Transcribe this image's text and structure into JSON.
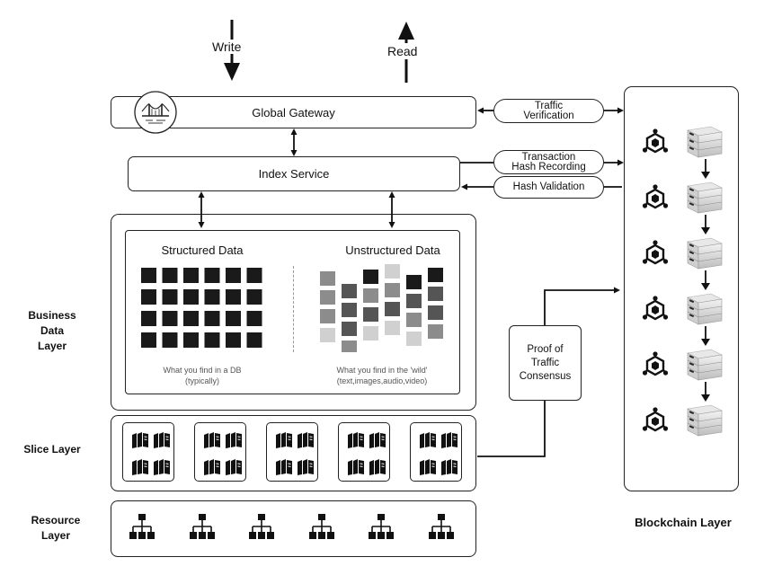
{
  "top": {
    "write_label": "Write",
    "read_label": "Read"
  },
  "gateway": {
    "label": "Global Gateway",
    "icon": "bridge-icon"
  },
  "index_service": {
    "label": "Index Service"
  },
  "business_layer": {
    "label_line1": "Business Data",
    "label_line2": "Layer",
    "structured": {
      "title": "Structured Data",
      "caption_line1": "What you find in a DB",
      "caption_line2": "(typically)"
    },
    "unstructured": {
      "title": "Unstructured Data",
      "caption_line1": "What you find in the 'wild'",
      "caption_line2": "(text,images,audio,video)"
    }
  },
  "slice_layer": {
    "label": "Slice Layer",
    "icon": "file-stack-icon",
    "box_count": 5
  },
  "resource_layer": {
    "label_line1": "Resource",
    "label_line2": "Layer",
    "icon": "hierarchy-icon",
    "icon_count": 6
  },
  "blockchain_layer": {
    "label": "Blockchain Layer",
    "node_icon": "cube-network-icon",
    "block_icon": "server-block-icon",
    "node_count": 6
  },
  "links": {
    "traffic_verification_line1": "Traffic",
    "traffic_verification_line2": "Verification",
    "transaction_line1": "Transaction",
    "transaction_line2": "Hash Recording",
    "hash_validation": "Hash Validation"
  },
  "consensus": {
    "line1": "Proof of",
    "line2": "Traffic",
    "line3": "Consensus"
  },
  "colors": {
    "stroke": "#222222",
    "dark_cell": "#1a1a1a",
    "mid_cell": "#555555",
    "gray_cell": "#8c8c8c",
    "light_cell": "#d0d0d0"
  }
}
